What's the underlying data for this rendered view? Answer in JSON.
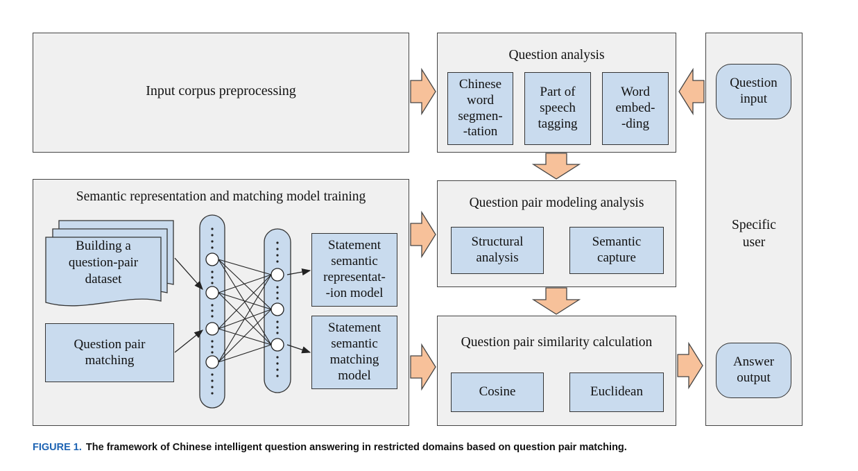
{
  "left": {
    "preprocessing": "Input corpus preprocessing",
    "training_title": "Semantic representation and matching model training",
    "dataset": "Building a\nquestion-pair\ndataset",
    "matching": "Question pair\nmatching",
    "rep_model": "Statement\nsemantic\nrepresentat-\n-ion model",
    "match_model": "Statement\nsemantic\nmatching\nmodel"
  },
  "middle": {
    "analysis_title": "Question analysis",
    "seg": "Chinese\nword\nsegmen-\n-tation",
    "pos": "Part of\nspeech\ntagging",
    "emb": "Word\nembed-\n-ding",
    "modeling_title": "Question pair modeling analysis",
    "structural": "Structural\nanalysis",
    "semantic": "Semantic\ncapture",
    "similarity_title": "Question pair similarity calculation",
    "cosine": "Cosine",
    "euclidean": "Euclidean"
  },
  "right": {
    "question_input": "Question\ninput",
    "user": "Specific\nuser",
    "answer_output": "Answer\noutput"
  },
  "caption": {
    "label": "FIGURE 1.",
    "text": "The framework of Chinese intelligent question answering in restricted domains based on question pair matching."
  },
  "colors": {
    "box_fill": "#c9dbee",
    "panel_fill": "#f0f0f0",
    "arrow_fill": "#f7c19a",
    "caption_label": "#1d63b3"
  }
}
